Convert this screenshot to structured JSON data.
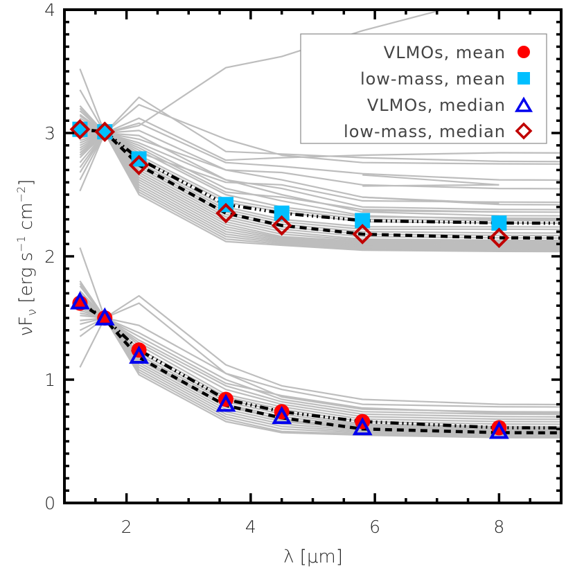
{
  "chart_data": {
    "type": "line",
    "title": "",
    "xlabel": "λ [μm]",
    "ylabel": "νF_ν [erg s^-1 cm^-2]",
    "xlim": [
      1.0,
      9.0
    ],
    "ylim": [
      0,
      4
    ],
    "x_ticks": [
      2,
      4,
      6,
      8
    ],
    "y_ticks": [
      0,
      1,
      2,
      3,
      4
    ],
    "x_minor_step": 0.5,
    "y_minor_step": 0.1,
    "grid": false,
    "legend_position": "upper right",
    "x": [
      1.25,
      1.65,
      2.2,
      3.6,
      4.5,
      5.8,
      8.0
    ],
    "series": [
      {
        "name": "VLMOs, mean",
        "marker": "circle",
        "color": "#ff0000",
        "line_style": "dash-dot-dot-dot",
        "values": [
          1.62,
          1.5,
          1.24,
          0.84,
          0.74,
          0.66,
          0.61
        ]
      },
      {
        "name": "low-mass, mean",
        "marker": "square",
        "color": "#00bfff",
        "line_style": "dash-dot-dot-dot",
        "values": [
          3.03,
          3.01,
          2.79,
          2.42,
          2.35,
          2.29,
          2.27
        ]
      },
      {
        "name": "VLMOs, median",
        "marker": "triangle-open",
        "color": "#0000ee",
        "line_style": "dashed",
        "values": [
          1.62,
          1.49,
          1.18,
          0.79,
          0.69,
          0.6,
          0.57
        ]
      },
      {
        "name": "low-mass, median",
        "marker": "diamond-open",
        "color": "#c00000",
        "line_style": "dashed",
        "values": [
          3.03,
          3.01,
          2.74,
          2.35,
          2.25,
          2.18,
          2.15
        ]
      }
    ],
    "individual_sources_color": "#bdbdbd",
    "individual_sources_upper": [
      [
        3.52,
        3.0,
        3.29,
        2.85,
        2.83,
        2.8,
        2.77
      ],
      [
        3.35,
        3.0,
        3.06,
        3.53,
        3.62,
        3.83,
        4.12
      ],
      [
        3.22,
        3.0,
        3.23,
        2.95,
        2.82,
        2.76,
        2.75
      ],
      [
        3.18,
        3.0,
        3.12,
        2.78,
        2.8,
        2.82,
        2.84
      ],
      [
        3.15,
        3.0,
        3.08,
        2.76,
        2.73,
        2.67,
        2.62
      ],
      [
        3.12,
        3.0,
        3.02,
        2.7,
        2.68,
        2.58,
        2.55
      ],
      [
        3.1,
        3.0,
        2.98,
        2.62,
        2.55,
        2.4,
        2.38
      ],
      [
        3.08,
        3.0,
        2.95,
        2.7,
        2.62,
        2.48,
        2.42
      ],
      [
        3.06,
        3.0,
        2.92,
        2.62,
        2.5,
        2.36,
        2.33
      ],
      [
        3.05,
        3.0,
        2.9,
        2.55,
        2.45,
        2.33,
        2.3
      ],
      [
        3.04,
        3.0,
        2.86,
        2.5,
        2.4,
        2.32,
        2.31
      ],
      [
        3.02,
        3.0,
        2.82,
        2.46,
        2.38,
        2.3,
        2.29
      ],
      [
        3.0,
        3.0,
        2.8,
        2.44,
        2.36,
        2.28,
        2.27
      ],
      [
        2.98,
        3.0,
        2.78,
        2.4,
        2.3,
        2.24,
        2.24
      ],
      [
        2.96,
        3.0,
        2.76,
        2.38,
        2.28,
        2.22,
        2.22
      ],
      [
        2.94,
        3.0,
        2.74,
        2.36,
        2.26,
        2.2,
        2.19
      ],
      [
        2.92,
        3.0,
        2.72,
        2.34,
        2.24,
        2.18,
        2.17
      ],
      [
        2.9,
        3.0,
        2.7,
        2.32,
        2.22,
        2.16,
        2.15
      ],
      [
        2.88,
        3.0,
        2.68,
        2.3,
        2.2,
        2.14,
        2.13
      ],
      [
        2.86,
        3.0,
        2.66,
        2.28,
        2.18,
        2.13,
        2.12
      ],
      [
        2.84,
        3.0,
        2.64,
        2.26,
        2.16,
        2.12,
        2.11
      ],
      [
        2.82,
        3.0,
        2.62,
        2.24,
        2.15,
        2.11,
        2.1
      ],
      [
        2.8,
        3.0,
        2.6,
        2.22,
        2.14,
        2.1,
        2.09
      ],
      [
        2.76,
        3.0,
        2.58,
        2.2,
        2.13,
        2.09,
        2.08
      ],
      [
        2.72,
        3.0,
        2.56,
        2.18,
        2.12,
        2.08,
        2.07
      ],
      [
        2.68,
        3.0,
        2.54,
        2.16,
        2.11,
        2.07,
        2.06
      ],
      [
        2.62,
        3.0,
        2.52,
        2.14,
        2.1,
        2.06,
        2.05
      ],
      [
        2.53,
        3.0,
        2.5,
        2.12,
        2.09,
        2.05,
        2.04
      ],
      [
        3.2,
        3.0,
        2.84,
        2.6,
        2.58,
        2.45,
        2.44
      ],
      [
        3.14,
        3.0,
        2.88,
        2.52,
        2.48,
        2.38,
        2.36
      ]
    ],
    "individual_sources_upper_partial": [
      {
        "x": [
          5.8,
          8.0
        ],
        "values": [
          2.66,
          2.58
        ]
      },
      {
        "x": [
          5.8,
          8.0
        ],
        "values": [
          2.57,
          2.58
        ]
      },
      {
        "x": [
          5.8,
          8.0
        ],
        "values": [
          2.48,
          2.43
        ]
      },
      {
        "x": [
          5.8,
          8.0
        ],
        "values": [
          2.37,
          2.36
        ]
      }
    ],
    "individual_sources_lower": [
      [
        2.07,
        1.5,
        1.68,
        1.12,
        0.95,
        0.84,
        0.8
      ],
      [
        1.8,
        1.5,
        1.62,
        1.05,
        0.92,
        0.8,
        0.78
      ],
      [
        1.76,
        1.5,
        1.44,
        1.05,
        0.86,
        0.76,
        0.74
      ],
      [
        1.72,
        1.5,
        1.38,
        1.0,
        0.84,
        0.74,
        0.72
      ],
      [
        1.7,
        1.5,
        1.32,
        0.95,
        0.82,
        0.72,
        0.7
      ],
      [
        1.68,
        1.5,
        1.3,
        0.92,
        0.8,
        0.7,
        0.68
      ],
      [
        1.66,
        1.5,
        1.28,
        0.88,
        0.78,
        0.68,
        0.66
      ],
      [
        1.64,
        1.5,
        1.25,
        0.86,
        0.76,
        0.66,
        0.64
      ],
      [
        1.62,
        1.5,
        1.22,
        0.84,
        0.74,
        0.64,
        0.62
      ],
      [
        1.6,
        1.5,
        1.2,
        0.82,
        0.72,
        0.63,
        0.61
      ],
      [
        1.58,
        1.5,
        1.18,
        0.8,
        0.7,
        0.62,
        0.6
      ],
      [
        1.56,
        1.5,
        1.16,
        0.78,
        0.68,
        0.61,
        0.59
      ],
      [
        1.54,
        1.5,
        1.14,
        0.76,
        0.66,
        0.6,
        0.58
      ],
      [
        1.52,
        1.5,
        1.12,
        0.74,
        0.64,
        0.59,
        0.57
      ],
      [
        1.48,
        1.5,
        1.1,
        0.72,
        0.62,
        0.58,
        0.56
      ],
      [
        1.45,
        1.5,
        1.08,
        0.7,
        0.6,
        0.57,
        0.55
      ],
      [
        1.4,
        1.5,
        1.06,
        0.68,
        0.58,
        0.56,
        0.54
      ],
      [
        1.35,
        1.5,
        1.04,
        0.66,
        0.57,
        0.55,
        0.53
      ],
      [
        1.1,
        1.5,
        1.16,
        0.8,
        0.67,
        0.6,
        0.58
      ],
      [
        1.78,
        1.5,
        1.35,
        0.97,
        0.87,
        0.77,
        0.73
      ]
    ]
  },
  "legend": {
    "items": [
      {
        "label": "VLMOs, mean"
      },
      {
        "label": "low-mass, mean"
      },
      {
        "label": "VLMOs, median"
      },
      {
        "label": "low-mass, median"
      }
    ]
  },
  "axes": {
    "x_tick_labels": [
      "2",
      "4",
      "6",
      "8"
    ],
    "y_tick_labels": [
      "0",
      "1",
      "2",
      "3",
      "4"
    ]
  }
}
